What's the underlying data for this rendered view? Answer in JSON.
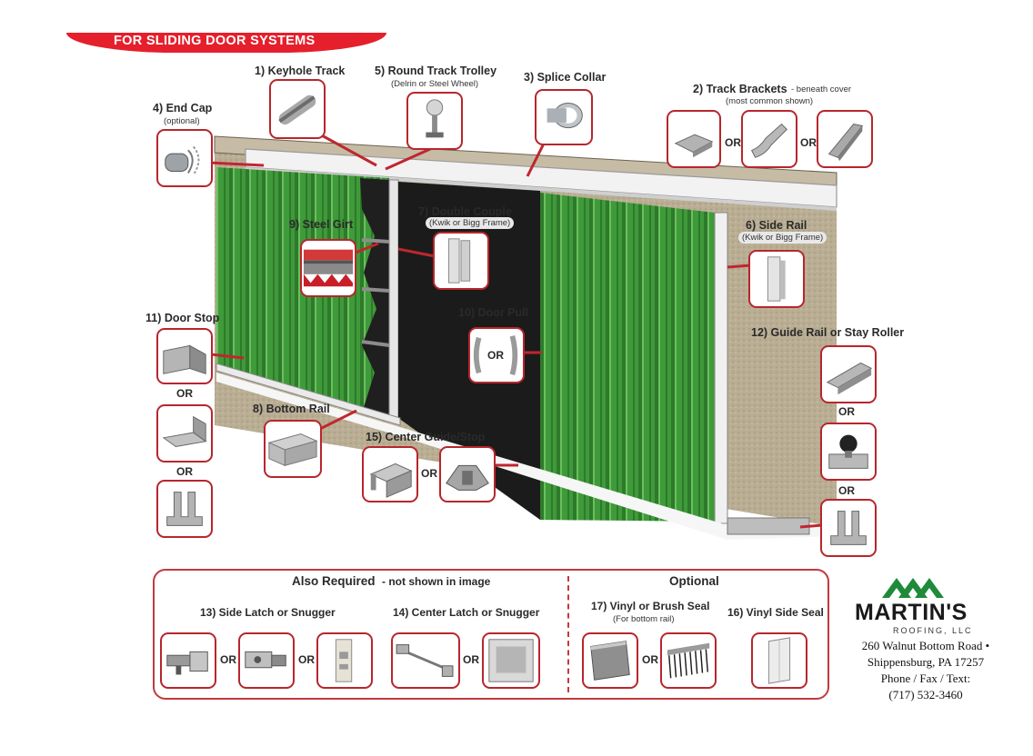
{
  "banner": {
    "text": "FOR SLIDING DOOR SYSTEMS"
  },
  "parts": {
    "keyhole_track": "1) Keyhole Track",
    "track_brackets": "2) Track Brackets",
    "track_brackets_note": "- beneath cover",
    "track_brackets_sub": "(most common shown)",
    "splice_collar": "3) Splice Collar",
    "end_cap": "4) End Cap",
    "end_cap_sub": "(optional)",
    "round_track_trolley": "5) Round Track Trolley",
    "round_track_trolley_sub": "(Delrin or Steel Wheel)",
    "side_rail": "6) Side Rail",
    "side_rail_sub": "(Kwik or Bigg Frame)",
    "double_couple": "7) Double Couple",
    "double_couple_sub": "(Kwik or Bigg Frame)",
    "bottom_rail": "8) Bottom Rail",
    "steel_girt": "9) Steel Girt",
    "door_pull": "10) Door Pull",
    "door_stop": "11) Door Stop",
    "guide_rail": "12) Guide Rail or Stay Roller",
    "center_guide": "15) Center Guide/Stop"
  },
  "or_text": "OR",
  "also_required": {
    "title": "Also Required",
    "title_note": "- not shown in image",
    "side_latch": "13) Side Latch or Snugger",
    "center_latch": "14) Center Latch or Snugger"
  },
  "optional": {
    "title": "Optional",
    "vinyl_brush_seal": "17) Vinyl or Brush Seal",
    "vinyl_brush_seal_sub": "(For bottom rail)",
    "vinyl_side_seal": "16) Vinyl Side Seal"
  },
  "company": {
    "name": "MARTIN'S",
    "tagline": "ROOFING, LLC",
    "address1": "260 Walnut Bottom Road •",
    "address2": "Shippensburg, PA 17257",
    "contact_label": "Phone / Fax / Text:",
    "phone": "(717) 532-3460"
  },
  "colors": {
    "accent_red": "#b7262c",
    "banner_red": "#e51f2b",
    "panel_green": "#3f9a3a",
    "brand_green": "#1f8a3a",
    "wall_tan": "#b9ad94"
  }
}
